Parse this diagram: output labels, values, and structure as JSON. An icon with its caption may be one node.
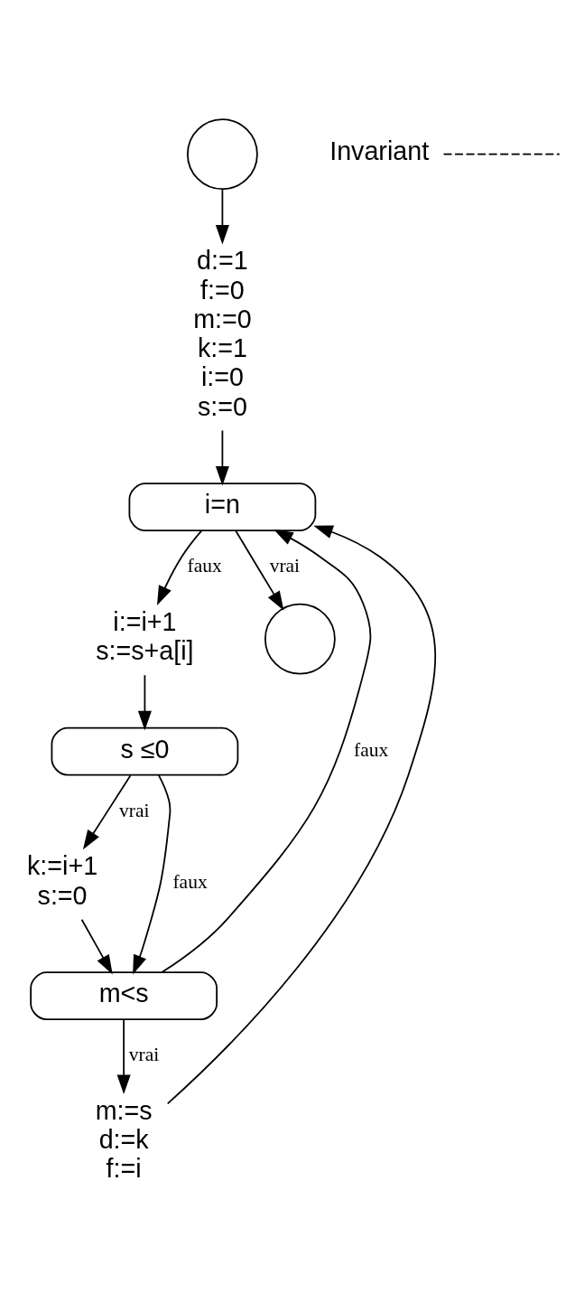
{
  "diagram": {
    "nodes": [
      {
        "text": [],
        "shape": "semicircle"
      },
      {
        "text": [
          "d:=1",
          "f:=0",
          "m:=0",
          "k:=1",
          "i:=0",
          "s:=0"
        ]
      },
      {
        "text": [
          "Invariant"
        ]
      },
      {
        "text": [
          "i=n"
        ]
      },
      {
        "text": [
          "i:=i+1",
          "s:=s+a[i]"
        ]
      },
      {
        "text": [
          "s ≤0"
        ]
      },
      {
        "text": [
          "k:=i+1",
          "s:=0"
        ]
      },
      {
        "text": [
          "m<s"
        ]
      },
      {
        "text": [
          "m:=s",
          "d:=k",
          "f:=i"
        ]
      },
      {
        "text": [],
        "shape": "semicircle"
      }
    ],
    "edges": [
      {
        "from": 0,
        "to": 1,
        "arrow": "to"
      },
      {
        "from": 1,
        "to": 3,
        "arrow": "to"
      },
      {
        "from": 2,
        "to": null,
        "arrow": "none",
        "style": "dashed"
      },
      {
        "from": 3,
        "to": 4,
        "arrow": "to",
        "label": "faux"
      },
      {
        "from": 3,
        "to": 9,
        "arrow": "to",
        "label": "vrai"
      },
      {
        "from": 4,
        "to": 5,
        "arrow": "to"
      },
      {
        "from": 5,
        "to": 6,
        "arrow": "to",
        "label": "vrai"
      },
      {
        "from": 5,
        "to": 7,
        "arrow": "to",
        "label": "faux"
      },
      {
        "from": 6,
        "to": 7,
        "arrow": "to"
      },
      {
        "from": 7,
        "to": 8,
        "arrow": "to",
        "label": "vrai"
      },
      {
        "from": 7,
        "to": 3,
        "arrow": "to",
        "label": "faux"
      },
      {
        "from": 8,
        "to": 3,
        "arrow": "to"
      }
    ]
  }
}
